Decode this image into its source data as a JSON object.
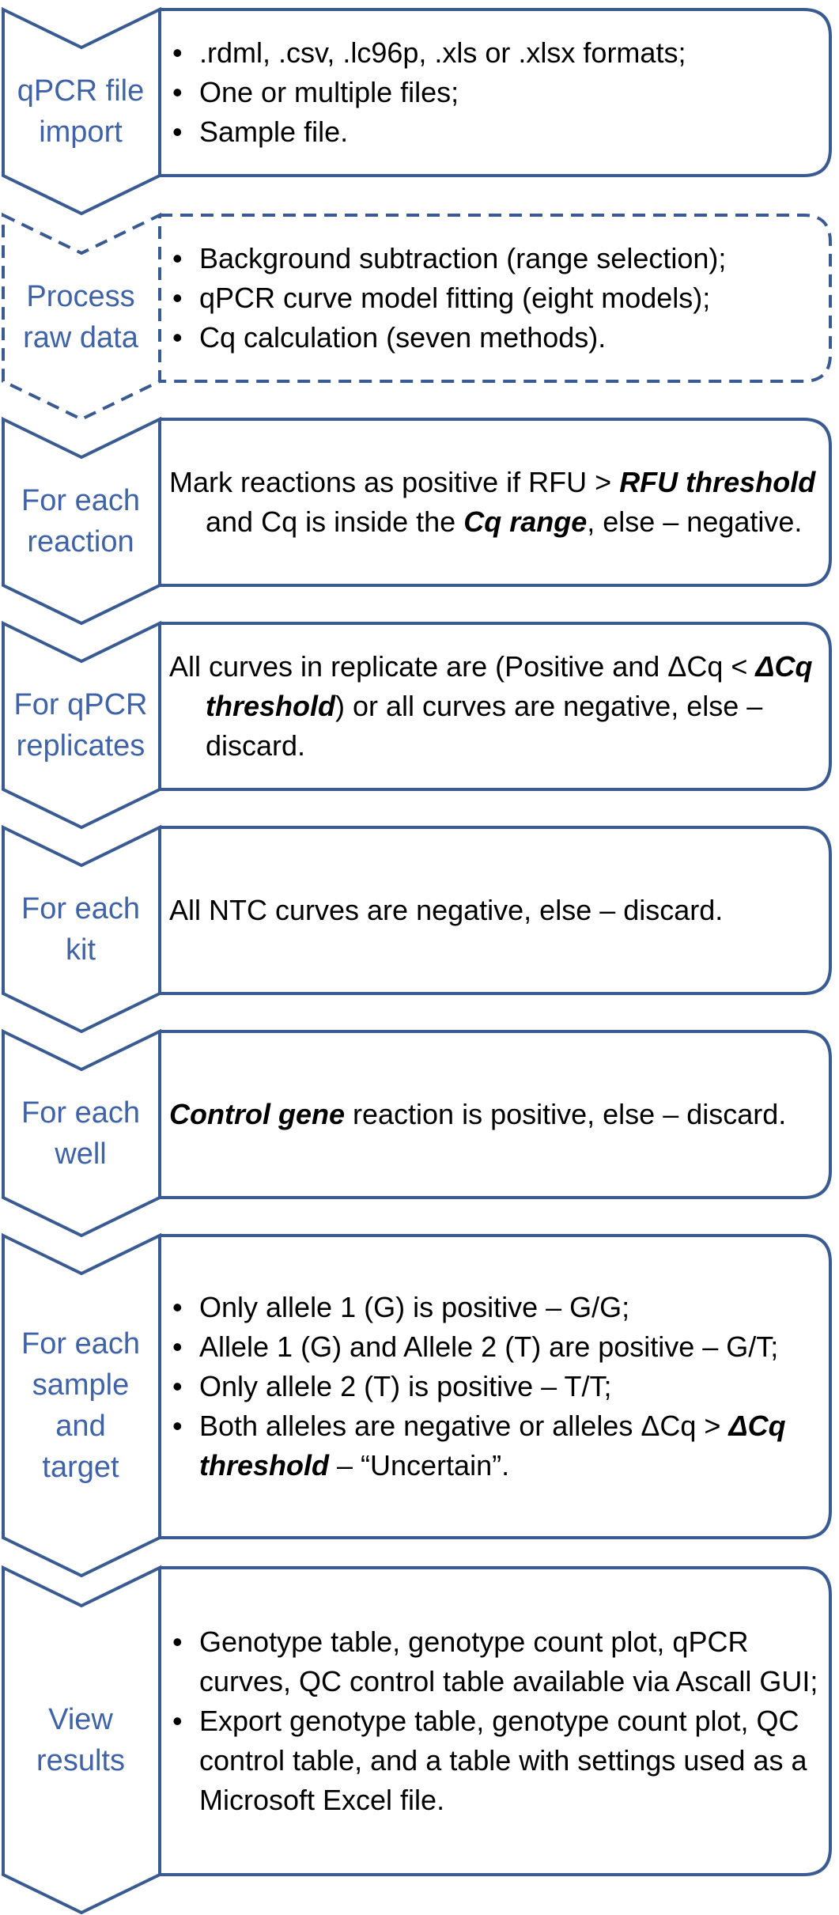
{
  "colors": {
    "stroke": "#3a5a92",
    "label": "#3f63a6",
    "text": "#000000"
  },
  "steps": [
    {
      "label": "qPCR file\nimport",
      "dashed": false,
      "items": [
        {
          "text": ".rdml, .csv, .lc96p, .xls or .xlsx formats;"
        },
        {
          "text": "One or multiple files;"
        },
        {
          "text": "Sample file."
        }
      ]
    },
    {
      "label": "Process\nraw data",
      "dashed": true,
      "items": [
        {
          "text": "Background subtraction (range selection);"
        },
        {
          "text": "qPCR curve model fitting (eight models);"
        },
        {
          "text": "Cq calculation (seven methods)."
        }
      ]
    },
    {
      "label": "For each\nreaction",
      "dashed": false,
      "paragraph": {
        "before": "Mark reactions as positive if RFU > ",
        "em1": "RFU threshold",
        "middle": " and Cq is inside the ",
        "em2": "Cq range",
        "after": ", else – negative."
      }
    },
    {
      "label": "For qPCR\nreplicates",
      "dashed": false,
      "paragraph": {
        "before": "All curves in replicate are (Positive and ΔCq < ",
        "em1": "ΔCq threshold",
        "after": ") or all curves are negative, else – discard."
      }
    },
    {
      "label": "For each\nkit",
      "dashed": false,
      "paragraph": {
        "before": "All NTC curves are negative, else – discard."
      }
    },
    {
      "label": "For each\nwell",
      "dashed": false,
      "paragraph": {
        "em1": "Control gene",
        "after": " reaction is positive, else – discard."
      }
    },
    {
      "label": "For each\nsample\nand\ntarget",
      "dashed": false,
      "items": [
        {
          "text": "Only allele 1 (G) is positive – G/G;"
        },
        {
          "text": "Allele 1 (G) and Allele 2 (T) are positive – G/T;"
        },
        {
          "text": "Only allele 2 (T) is positive – T/T;"
        },
        {
          "text": "Both alleles are negative or alleles ΔCq > ",
          "em": "ΔCq threshold",
          "after": " – “Uncertain”."
        }
      ]
    },
    {
      "label": "View\nresults",
      "dashed": false,
      "items": [
        {
          "text": "Genotype table, genotype count plot, qPCR curves, QC control table available via Ascall GUI;"
        },
        {
          "text": "Export genotype table, genotype count plot, QC control table, and a table with settings used as a Microsoft Excel file."
        }
      ]
    }
  ]
}
